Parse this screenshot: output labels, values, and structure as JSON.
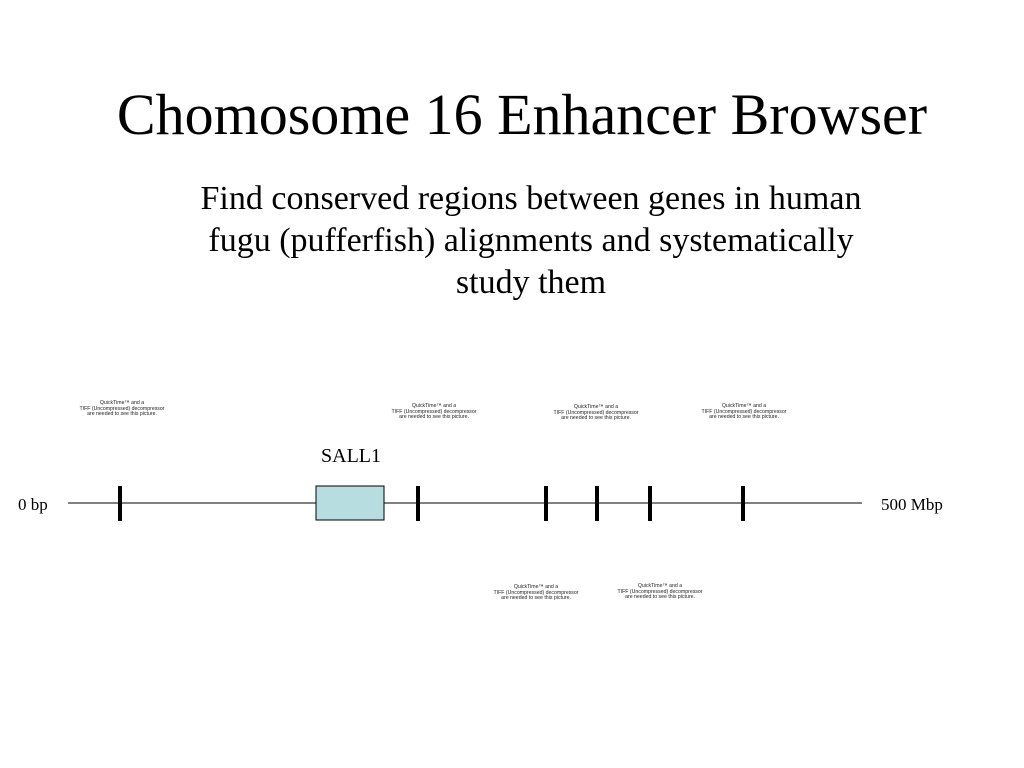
{
  "slide": {
    "title": "Chomosome 16 Enhancer Browser",
    "subtitle_lines": [
      "Find conserved regions between genes in human",
      "fugu (pufferfish) alignments and systematically",
      "study them"
    ]
  },
  "diagram": {
    "start_label": "0 bp",
    "end_label": "500  Mbp",
    "gene": {
      "name": "SALL1",
      "fill_color": "#b8dde0"
    },
    "quicktime_notice": {
      "line1": "QuickTime™ and a",
      "line2": "TIFF (Uncompressed) decompressor",
      "line3": "are needed to see this picture."
    }
  }
}
